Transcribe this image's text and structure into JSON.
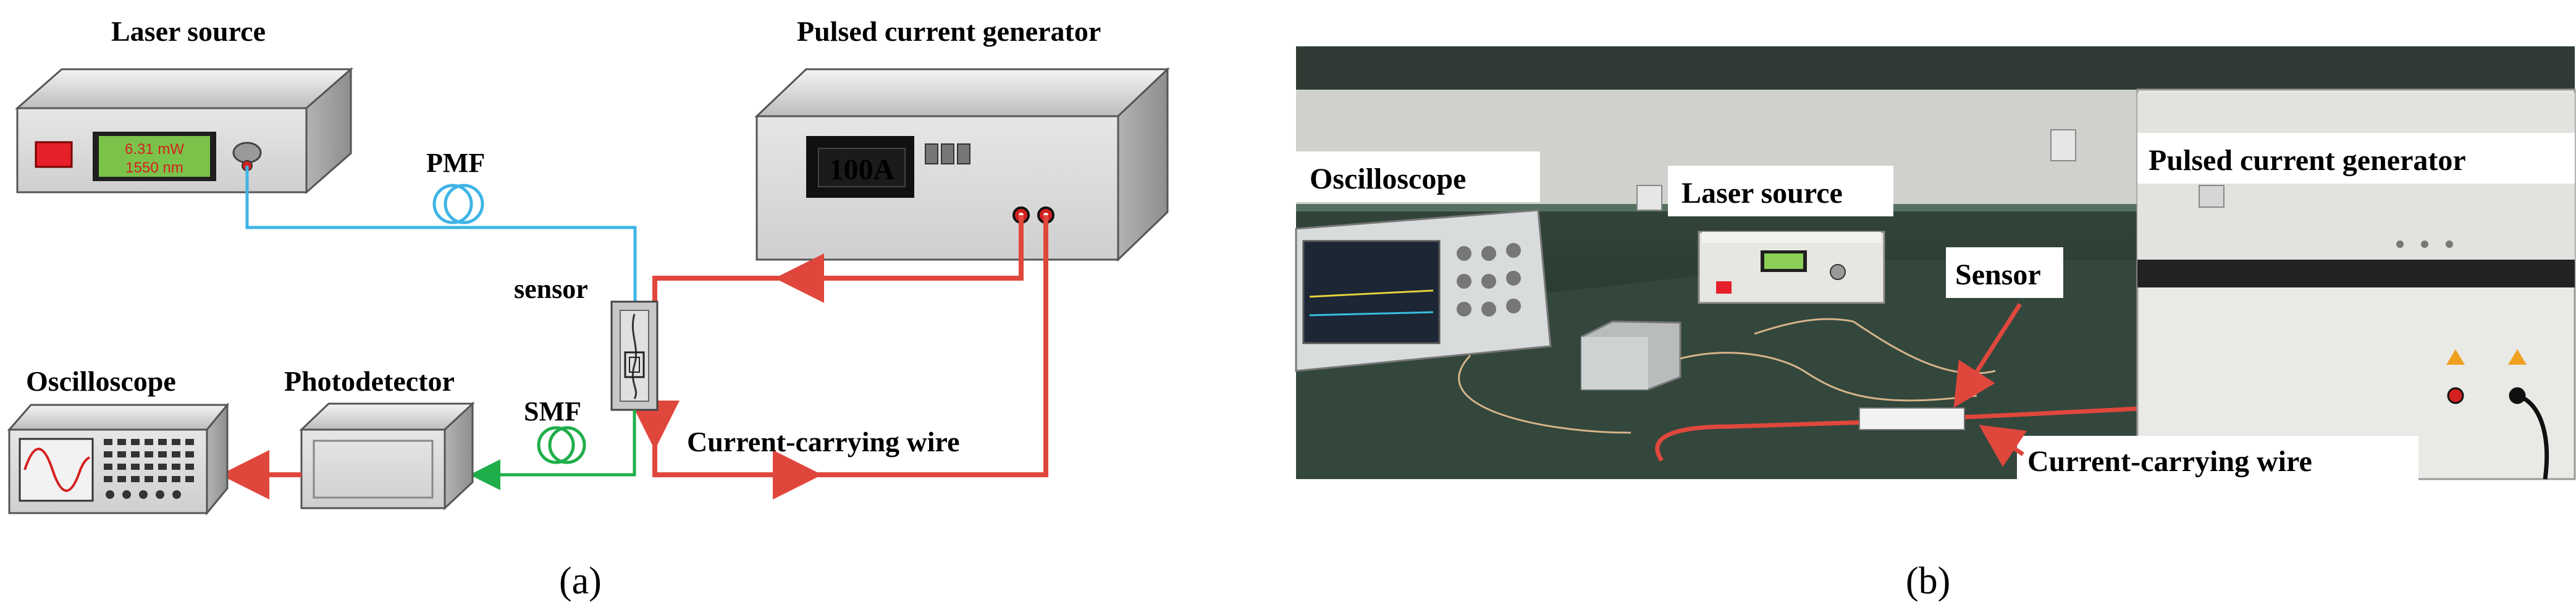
{
  "panel_a": {
    "caption": "(a)",
    "laser_source": {
      "label": "Laser source",
      "display_line1": "6.31 mW",
      "display_line2": "1550 nm"
    },
    "pulsed_generator": {
      "label": "Pulsed current generator",
      "display": "100A"
    },
    "pmf_label": "PMF",
    "smf_label": "SMF",
    "sensor_label": "sensor",
    "photodetector_label": "Photodetector",
    "oscilloscope_label": "Oscilloscope",
    "wire_label": "Current-carrying wire"
  },
  "panel_b": {
    "caption": "(b)",
    "oscilloscope_label": "Oscilloscope",
    "laser_source_label": "Laser source",
    "pulsed_generator_label": "Pulsed current generator",
    "sensor_label": "Sensor",
    "wire_label": "Current-carrying wire"
  },
  "colors": {
    "fiber_blue": "#3fb4e6",
    "fiber_green": "#1fae4a",
    "wire_red": "#e0473c",
    "photo_bg": "#2c3a30"
  }
}
